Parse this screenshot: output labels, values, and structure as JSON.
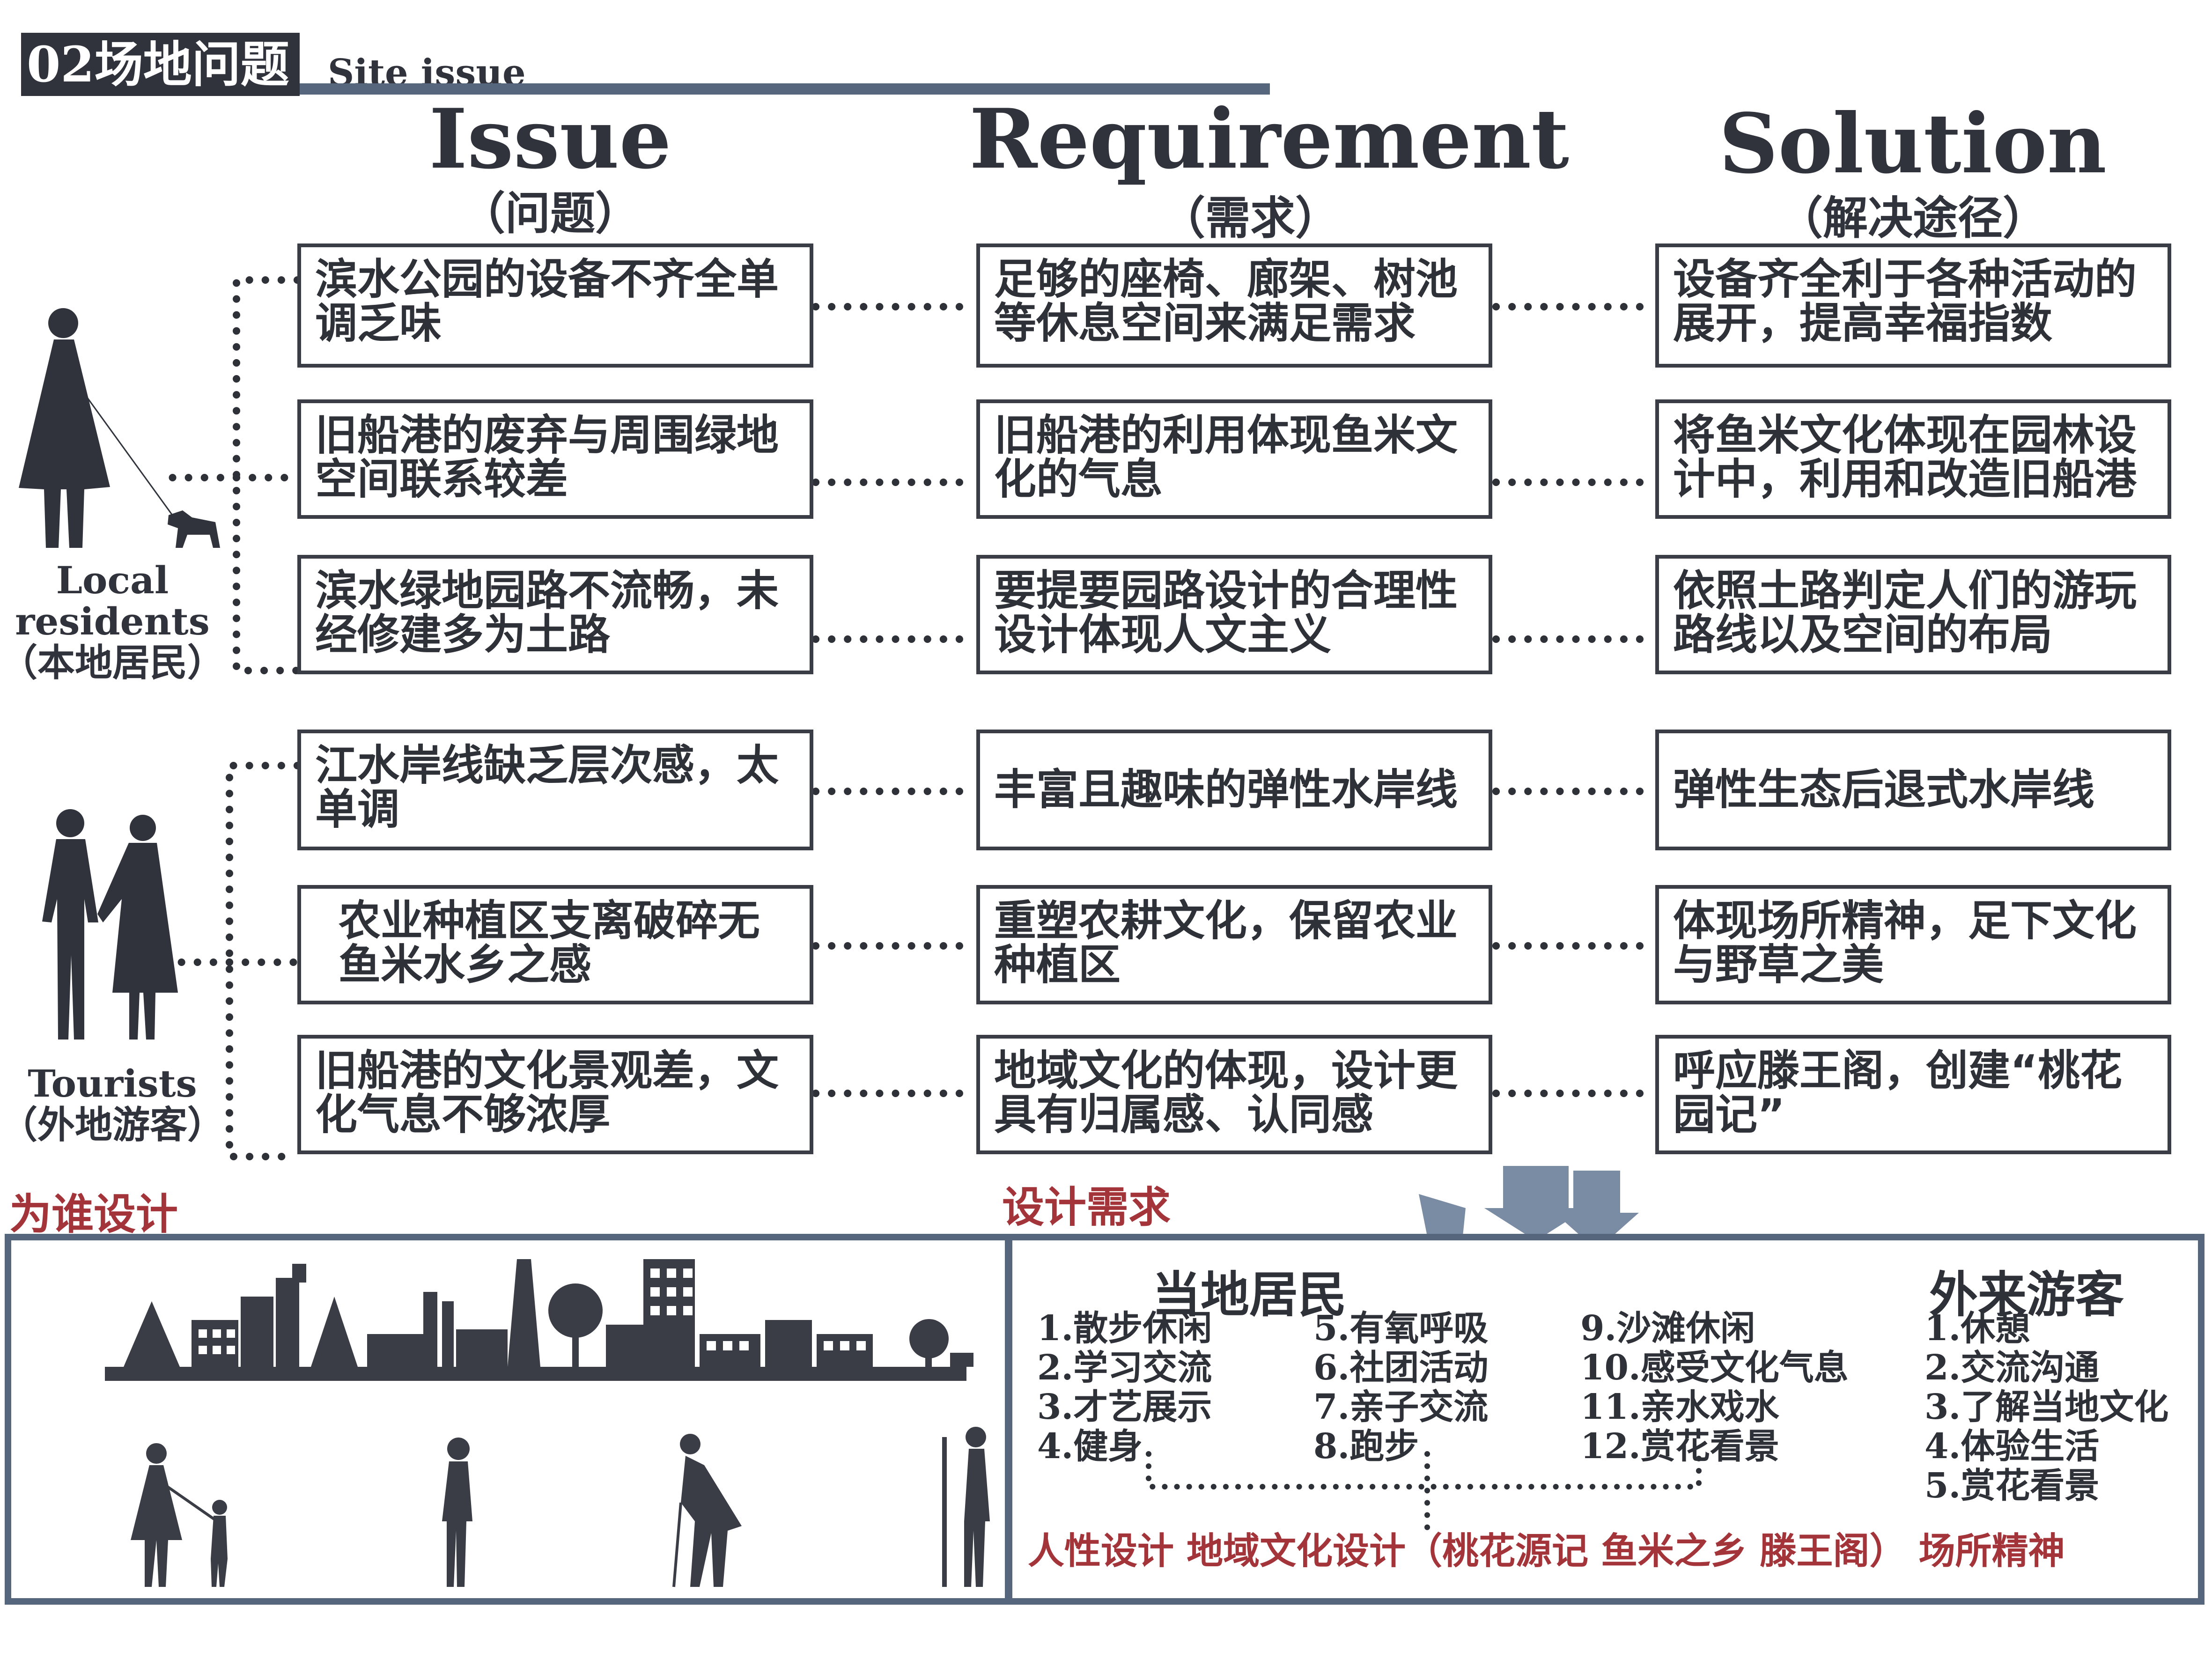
{
  "header": {
    "title": "02场地问题",
    "subtitle": "Site issue"
  },
  "columns": {
    "issue": {
      "title": "Issue",
      "subtitle": "（问题）"
    },
    "requirement": {
      "title": "Requirement",
      "subtitle": "（需求）"
    },
    "solution": {
      "title": "Solution",
      "subtitle": "（解决途径）"
    }
  },
  "groups": {
    "local": {
      "line1": "Local",
      "line2": "residents",
      "line3": "（本地居民）"
    },
    "tourists": {
      "line1": "Tourists",
      "line2": "（外地游客）"
    }
  },
  "rows": [
    {
      "issue": "滨水公园的设备不齐全单调乏味",
      "requirement": "足够的座椅、廊架、树池等休息空间来满足需求",
      "solution": "设备齐全利于各种活动的展开，提高幸福指数"
    },
    {
      "issue": "旧船港的废弃与周围绿地空间联系较差",
      "requirement": "旧船港的利用体现鱼米文化的气息",
      "solution": "将鱼米文化体现在园林设计中，利用和改造旧船港"
    },
    {
      "issue": "滨水绿地园路不流畅，未经修建多为土路",
      "requirement": "要提要园路设计的合理性设计体现人文主义",
      "solution": "依照土路判定人们的游玩路线以及空间的布局"
    },
    {
      "issue": "江水岸线缺乏层次感，太单调",
      "requirement": "丰富且趣味的弹性水岸线",
      "solution": "弹性生态后退式水岸线"
    },
    {
      "issue": "农业种植区支离破碎无鱼米水乡之感",
      "requirement": "重塑农耕文化，保留农业种植区",
      "solution": "体现场所精神，足下文化与野草之美"
    },
    {
      "issue": "旧船港的文化景观差，文化气息不够浓厚",
      "requirement": "地域文化的体现，设计更具有归属感、认同感",
      "solution": "呼应滕王阁，创建“桃花园记”"
    }
  ],
  "sections": {
    "who": "为谁设计",
    "needs": "设计需求"
  },
  "needs": {
    "local_title": "当地居民",
    "tourist_title": "外来游客",
    "local_col1": [
      "1.散步休闲",
      "2.学习交流",
      "3.才艺展示",
      "4.健身"
    ],
    "local_col2": [
      "5.有氧呼吸",
      "6.社团活动",
      "7.亲子交流",
      "8.跑步"
    ],
    "local_col3": [
      "9.沙滩休闲",
      "10.感受文化气息",
      "11.亲水戏水",
      "12.赏花看景"
    ],
    "tourist_list": [
      "1.休憩",
      "2.交流沟通",
      "3.了解当地文化",
      "4.体验生活",
      "5.赏花看景"
    ],
    "bottom": "人性设计  地域文化设计（桃花源记 鱼米之乡 滕王阁） 场所精神"
  },
  "colors": {
    "dark": "#30333b",
    "steel": "#56667c",
    "arrow": "#7a8ca4",
    "red": "#a3343a"
  }
}
